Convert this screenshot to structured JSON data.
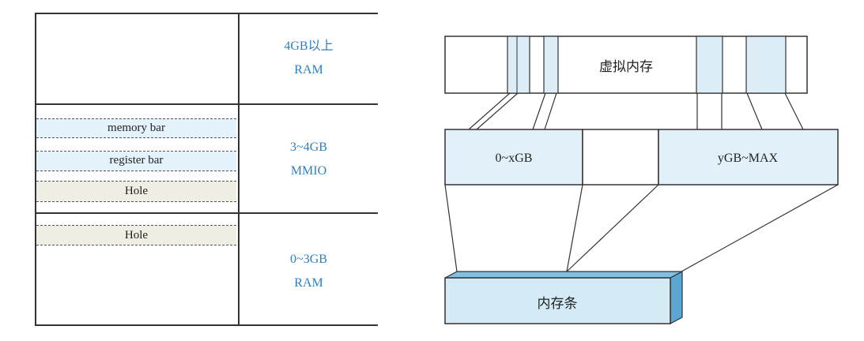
{
  "left_map": {
    "regions": [
      {
        "name": "4GB以上",
        "type": "RAM"
      },
      {
        "name": "3~4GB",
        "type": "MMIO"
      },
      {
        "name": "0~3GB",
        "type": "RAM"
      }
    ],
    "bands": [
      "memory bar",
      "register bar",
      "Hole",
      "Hole"
    ]
  },
  "right_map": {
    "virtual_memory": "虚拟内存",
    "physical_ranges": [
      "0~xGB",
      "yGB~MAX"
    ],
    "dram": "内存条"
  },
  "colors": {
    "accent_text": "#2e7fc1",
    "band_blue": "#e4f2fb",
    "band_beige": "#efeee2",
    "dram_face": "#d4ebf6",
    "dram_top": "#7fc0e4"
  }
}
